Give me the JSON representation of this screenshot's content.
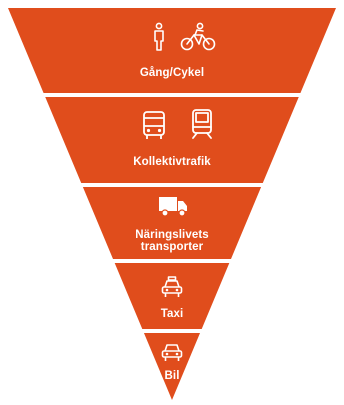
{
  "colors": {
    "segment": "#e04d1c",
    "gap": "#ffffff",
    "icon": "#ffffff"
  },
  "levels": [
    {
      "label": "Gång/Cykel",
      "icons": [
        "pedestrian-icon",
        "bicycle-icon"
      ]
    },
    {
      "label": "Kollektivtrafik",
      "icons": [
        "bus-icon",
        "tram-icon"
      ]
    },
    {
      "label_line1": "Näringslivets",
      "label_line2": "transporter",
      "icons": [
        "truck-icon"
      ]
    },
    {
      "label": "Taxi",
      "icons": [
        "taxi-icon"
      ]
    },
    {
      "label": "Bil",
      "icons": [
        "car-icon"
      ]
    }
  ]
}
